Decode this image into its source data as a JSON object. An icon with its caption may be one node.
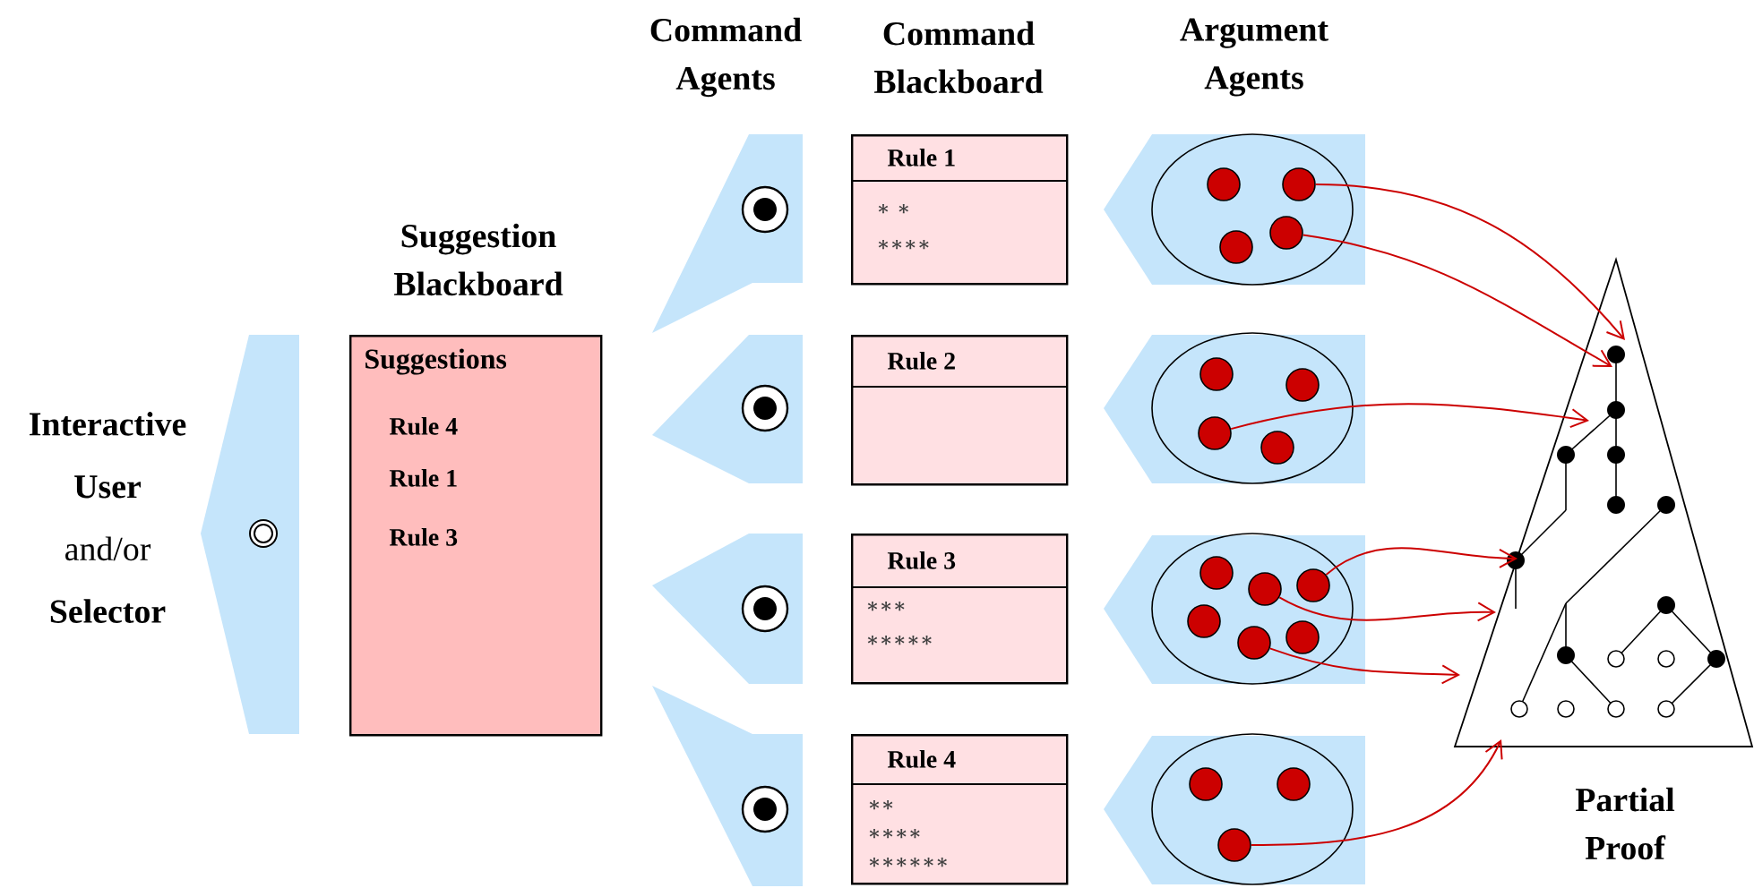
{
  "diagram": {
    "nodes": [
      {
        "text": [
          "**Interactive User** and/or **Selector**"
        ]
      },
      {
        "text": [
          "Suggestion Blackboard",
          "Suggestions",
          "Rule 4",
          "Rule 1",
          "Rule 3"
        ]
      },
      {
        "text": [],
        "shape": "pentagon"
      },
      {
        "text": [],
        "shape": "pentagon"
      },
      {
        "text": [],
        "shape": "pentagon"
      },
      {
        "text": [],
        "shape": "pentagon"
      },
      {
        "text": [
          "Rule 1",
          "∗ ∗",
          "∗∗∗∗"
        ]
      },
      {
        "text": [
          "Rule 2"
        ]
      },
      {
        "text": [
          "Rule 3",
          "∗∗∗",
          "∗∗∗∗∗"
        ]
      },
      {
        "text": [
          "Rule 4",
          "∗∗",
          "∗∗∗∗",
          "∗∗∗∗∗∗"
        ]
      },
      {
        "text": [],
        "shape": "pentagon"
      },
      {
        "text": [],
        "shape": "pentagon"
      },
      {
        "text": [],
        "shape": "pentagon"
      },
      {
        "text": [],
        "shape": "pentagon"
      },
      {
        "text": [],
        "shape": "ellipse",
        "in": 10
      },
      {
        "text": [],
        "shape": "ellipse",
        "in": 11
      },
      {
        "text": [],
        "shape": "ellipse",
        "in": 12
      },
      {
        "text": [],
        "shape": "ellipse",
        "in": 13
      },
      {
        "text": [],
        "shape": "circle",
        "in": 14
      },
      {
        "text": [],
        "shape": "circle",
        "in": 14
      },
      {
        "text": [],
        "shape": "circle",
        "in": 14
      },
      {
        "text": [],
        "shape": "circle",
        "in": 14
      },
      {
        "text": [],
        "shape": "circle",
        "in": 15
      },
      {
        "text": [],
        "shape": "circle",
        "in": 15
      },
      {
        "text": [],
        "shape": "circle",
        "in": 15
      },
      {
        "text": [],
        "shape": "circle",
        "in": 15
      },
      {
        "text": [],
        "shape": "circle",
        "in": 16
      },
      {
        "text": [],
        "shape": "circle",
        "in": 16
      },
      {
        "text": [],
        "shape": "circle",
        "in": 16
      },
      {
        "text": [],
        "shape": "circle",
        "in": 16
      },
      {
        "text": [],
        "shape": "circle",
        "in": 16
      },
      {
        "text": [],
        "shape": "circle",
        "in": 16
      },
      {
        "text": [],
        "shape": "circle",
        "in": 17
      },
      {
        "text": [],
        "shape": "circle",
        "in": 17
      },
      {
        "text": [],
        "shape": "circle",
        "in": 17
      },
      {
        "text": [
          "Partial Proof"
        ]
      }
    ],
    "edges": [
      {
        "from": 19,
        "to": 35,
        "arrow": "to"
      },
      {
        "from": 21,
        "to": 35,
        "arrow": "to"
      },
      {
        "from": 24,
        "to": 35,
        "arrow": "to"
      },
      {
        "from": 28,
        "to": 35,
        "arrow": "to"
      },
      {
        "from": 27,
        "to": 35,
        "arrow": "to"
      },
      {
        "from": 30,
        "to": 35,
        "arrow": "to"
      },
      {
        "from": 34,
        "to": 35,
        "arrow": "to"
      }
    ],
    "labels": [
      "Command Agents",
      "Command Blackboard",
      "Argument Agents"
    ]
  }
}
